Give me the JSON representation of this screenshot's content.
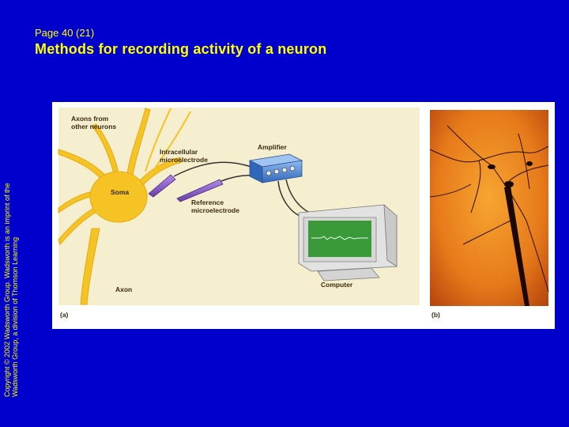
{
  "slide": {
    "subtitle": "Page 40 (21)",
    "title": "Methods for recording activity of a neuron",
    "copyright_line1": "Copyright © 2002 Wadsworth Group. Wadsworth is an imprint of the",
    "copyright_line2": "Wadsworth Group, a division of Thomson Learning"
  },
  "figure": {
    "labels": {
      "axons_line1": "Axons from",
      "axons_line2": "other neurons",
      "intracellular_line1": "Intracellular",
      "intracellular_line2": "microelectrode",
      "amplifier": "Amplifier",
      "soma": "Soma",
      "reference_line1": "Reference",
      "reference_line2": "microelectrode",
      "axon": "Axon",
      "computer": "Computer",
      "panel_a": "(a)",
      "panel_b": "(b)"
    }
  },
  "colors": {
    "background": "#0000cc",
    "text": "#ffff00",
    "diagram_bg": "#f6efcf",
    "neuron": "#f5c424",
    "electrode": "#8a5fc6",
    "amplifier": "#4b86d8",
    "screen": "#3a9a3a"
  }
}
